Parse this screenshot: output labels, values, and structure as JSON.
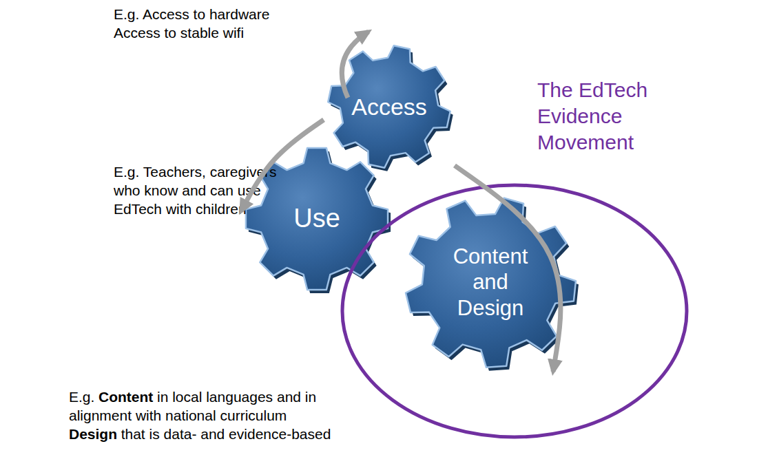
{
  "diagram": {
    "nodes": [
      {
        "text": [
          "Access"
        ]
      },
      {
        "text": [
          "Use"
        ]
      },
      {
        "text": [
          "The EdTech Evidence Movement"
        ]
      },
      {
        "text": [
          "Content and Design"
        ],
        "in": 2
      }
    ],
    "edges": [
      {
        "from": 0,
        "to": 1,
        "arrow": "to"
      },
      {
        "from": 0,
        "to": 3,
        "arrow": "to"
      }
    ],
    "labels": [
      "E.g. Access to hardware",
      "Access to stable wifi",
      "E.g. Teachers, caregivers",
      "who know and can use",
      "EdTech with children",
      "E.g.",
      "Content",
      "in local languages and in",
      "alignment with national curriculum",
      "Design",
      "that is data- and evidence-based"
    ]
  }
}
